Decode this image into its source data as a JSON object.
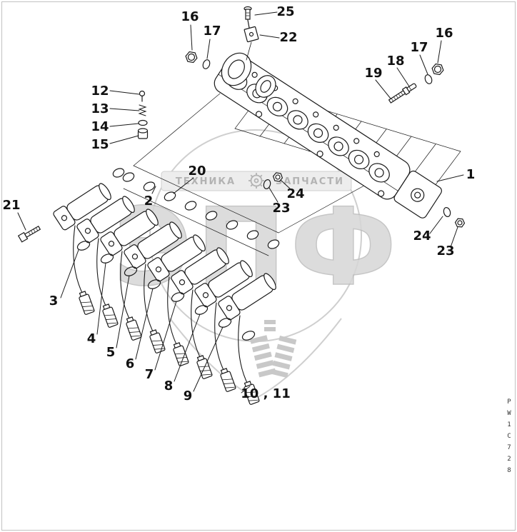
{
  "watermark": {
    "brand": "ЭПФ",
    "banner_left": "ТЕХНИКА",
    "banner_right": "ЗАПЧАСТИ",
    "color": "#c9c9c9"
  },
  "part_code": "PW1C728",
  "colors": {
    "line": "#1a1a1a",
    "watermark_gray": "#cfcfcf",
    "callout_text": "#111111"
  },
  "callouts": {
    "c25": "25",
    "c16_left": "16",
    "c17_left": "17",
    "c22": "22",
    "c16_right": "16",
    "c17_right": "17",
    "c18": "18",
    "c19": "19",
    "c12": "12",
    "c13": "13",
    "c14": "14",
    "c15": "15",
    "c1": "1",
    "c20": "20",
    "c2": "2",
    "c24_mid": "24",
    "c23_mid": "23",
    "c21": "21",
    "c24_right": "24",
    "c23_right": "23",
    "c3": "3",
    "c4": "4",
    "c5": "5",
    "c6": "6",
    "c7": "7",
    "c8": "8",
    "c9": "9",
    "c10_11": "10 , 11"
  }
}
